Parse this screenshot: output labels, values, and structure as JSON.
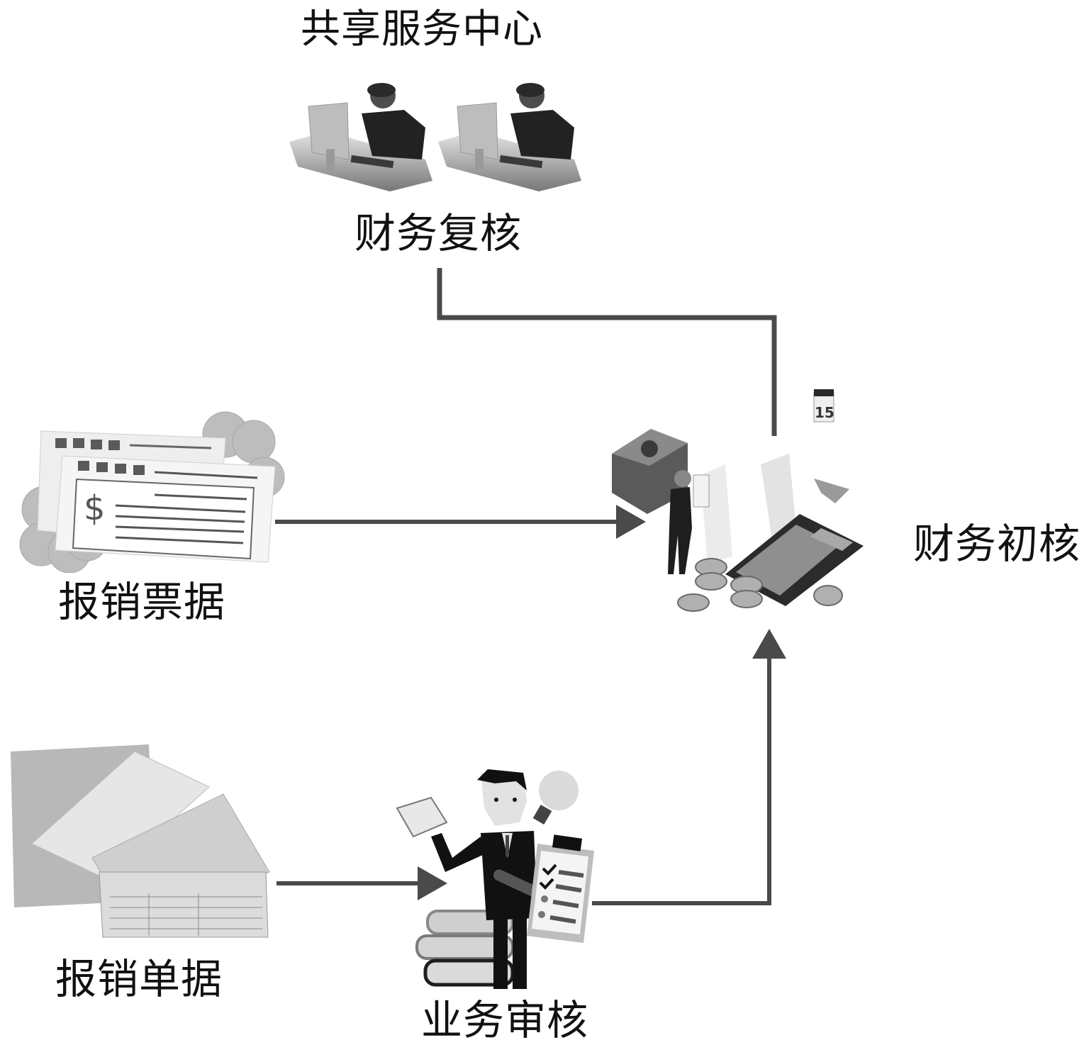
{
  "title": "共享服务中心",
  "nodes": {
    "review": {
      "label": "财务复核",
      "icon": "two-clerks-at-desks-icon"
    },
    "initial_check": {
      "label": "财务初核",
      "icon": "accounting-calculator-coins-icon",
      "calendar_day": "15"
    },
    "receipts": {
      "label": "报销票据",
      "icon": "dollar-receipts-icon",
      "currency_symbol": "$"
    },
    "forms": {
      "label": "报销单据",
      "icon": "paper-forms-icon"
    },
    "business_review": {
      "label": "业务审核",
      "icon": "businessman-with-checklist-icon"
    }
  },
  "colors": {
    "line": "#4a4a4a",
    "ink": "#111111",
    "dark": "#262626",
    "mid": "#8c8c8c",
    "light": "#d9d9d9"
  }
}
